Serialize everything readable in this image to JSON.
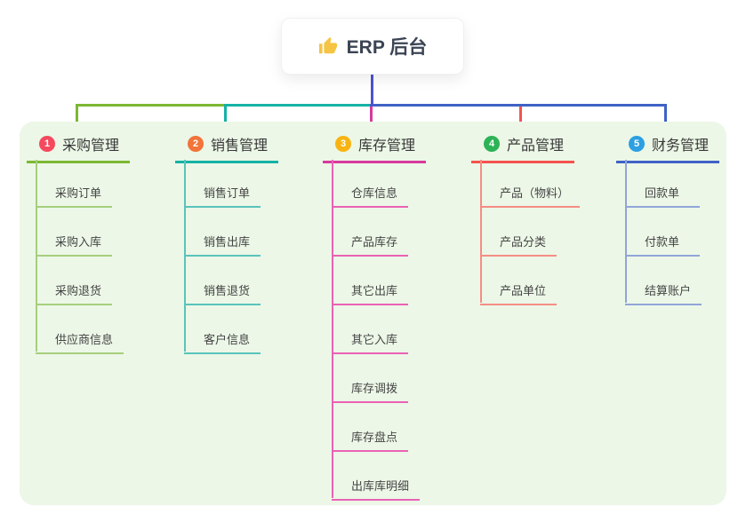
{
  "root": {
    "title": "ERP 后台",
    "icon": "thumbs-up-icon",
    "icon_color": "#f6c443"
  },
  "colors": {
    "trunk": "#4e54cb",
    "panel_background": "#ecf7e7",
    "canvas_background": "#ffffff"
  },
  "branches": [
    {
      "badge": "1",
      "title": "采购管理",
      "badge_color": "#f4495e",
      "line_color": "#7cb832",
      "child_line_color": "#a6ce7d",
      "children": [
        "采购订单",
        "采购入库",
        "采购退货",
        "供应商信息"
      ]
    },
    {
      "badge": "2",
      "title": "销售管理",
      "badge_color": "#f2743a",
      "line_color": "#14b2a5",
      "child_line_color": "#5ac3bb",
      "children": [
        "销售订单",
        "销售出库",
        "销售退货",
        "客户信息"
      ]
    },
    {
      "badge": "3",
      "title": "库存管理",
      "badge_color": "#f8b412",
      "line_color": "#d63a9d",
      "child_line_color": "#ea62b5",
      "children": [
        "仓库信息",
        "产品库存",
        "其它出库",
        "其它入库",
        "库存调拨",
        "库存盘点",
        "出库库明细"
      ]
    },
    {
      "badge": "4",
      "title": "产品管理",
      "badge_color": "#2db356",
      "line_color": "#f4534e",
      "child_line_color": "#f58d84",
      "children": [
        "产品（物料）",
        "产品分类",
        "产品单位"
      ]
    },
    {
      "badge": "5",
      "title": "财务管理",
      "badge_color": "#2d9fe2",
      "line_color": "#4062c6",
      "child_line_color": "#91a5d9",
      "children": [
        "回款单",
        "付款单",
        "结算账户"
      ]
    }
  ]
}
